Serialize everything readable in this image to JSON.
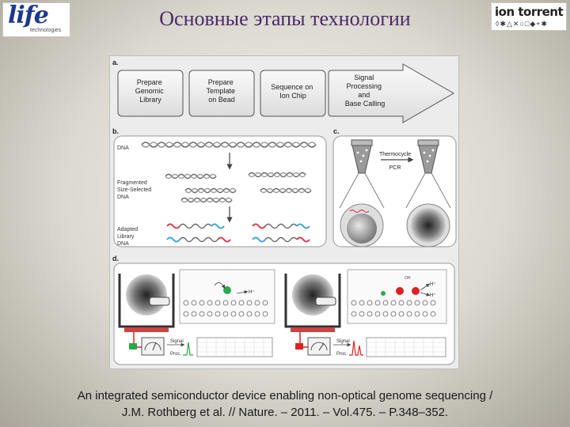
{
  "title": "Основные этапы технологии",
  "logos": {
    "life_word": "life",
    "life_sub": "technologies",
    "ion_word": "ion torrent",
    "ion_symbols": "◊✱△✕○□◆+✱"
  },
  "figure": {
    "panel_a": {
      "label": "a.",
      "steps": [
        [
          "Prepare",
          "Genomic",
          "Library"
        ],
        [
          "Prepare",
          "Template",
          "on Bead"
        ],
        [
          "Sequence on",
          "Ion Chip"
        ],
        [
          "Signal",
          "Processing",
          "and",
          "Base Calling"
        ]
      ]
    },
    "panel_b": {
      "label": "b.",
      "dna": "DNA",
      "fragmented": [
        "Fragmented",
        "Size-Selected",
        "DNA"
      ],
      "adapted": [
        "Adapted",
        "Library",
        "DNA"
      ]
    },
    "panel_c": {
      "label": "c.",
      "thermocycle": "Thermocycle",
      "pcr": "PCR"
    },
    "panel_d": {
      "label": "d.",
      "signal": "Signal",
      "proc": "Proc.",
      "h_plus": "H⁺",
      "oh": "OH"
    }
  },
  "caption": {
    "line1": "An integrated semiconductor device enabling non-optical genome sequencing /",
    "line2": "J.M. Rothberg et al. // Nature. – 2011. – Vol.475. – P.348–352."
  },
  "colors": {
    "title": "#4a2a6a",
    "adapter_red": "#d8434b",
    "adapter_blue": "#3fa9d8",
    "signal_red": "#e02020",
    "nucleotide_green": "#2aa84a"
  }
}
